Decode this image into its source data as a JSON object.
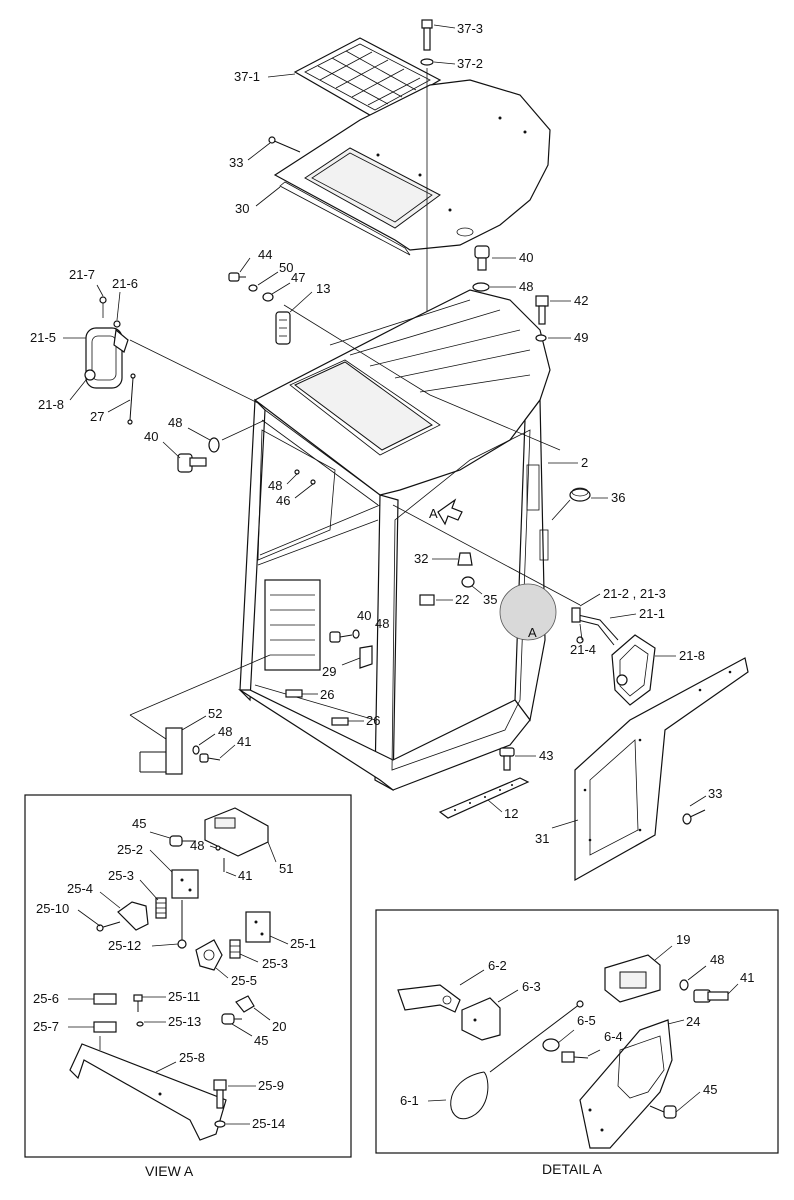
{
  "diagram": {
    "part_labels": {
      "p37_3": "37-3",
      "p37_2": "37-2",
      "p37_1": "37-1",
      "p33_top": "33",
      "p30": "30",
      "p44": "44",
      "p50": "50",
      "p47": "47",
      "p13": "13",
      "p40_right": "40",
      "p48_right": "48",
      "p42": "42",
      "p49": "49",
      "p21_7": "21-7",
      "p21_6": "21-6",
      "p21_5": "21-5",
      "p21_8_left": "21-8",
      "p27": "27",
      "p48_left": "48",
      "p40_left": "40",
      "p48_mid": "48",
      "p46": "46",
      "p2": "2",
      "p36": "36",
      "p32": "32",
      "p22": "22",
      "p35": "35",
      "p21_2_3": "21-2 , 21-3",
      "p21_1": "21-1",
      "p21_4": "21-4",
      "p21_8_right": "21-8",
      "p40_mid": "40",
      "p48_mid2": "48",
      "p29": "29",
      "p26_a": "26",
      "p26_b": "26",
      "p52": "52",
      "p48_low": "48",
      "p41_low": "41",
      "p43": "43",
      "p12": "12",
      "p33_right": "33",
      "p31": "31",
      "view_a_45": "45",
      "view_a_48": "48",
      "view_a_41": "41",
      "view_a_51": "51",
      "v25_2": "25-2",
      "v25_3": "25-3",
      "v25_4": "25-4",
      "v25_10": "25-10",
      "v25_12": "25-12",
      "v25_1": "25-1",
      "v25_3b": "25-3",
      "v25_5": "25-5",
      "v25_6": "25-6",
      "v25_11": "25-11",
      "v25_7": "25-7",
      "v25_13": "25-13",
      "v20": "20",
      "v45b": "45",
      "v25_8": "25-8",
      "v25_9": "25-9",
      "v25_14": "25-14",
      "d6_2": "6-2",
      "d6_3": "6-3",
      "d6_5": "6-5",
      "d6_4": "6-4",
      "d6_1": "6-1",
      "d19": "19",
      "d48": "48",
      "d41": "41",
      "d24": "24",
      "d45": "45"
    },
    "view_markers": {
      "arrow_a": "A",
      "circle_a": "A"
    },
    "captions": {
      "view_a": "VIEW A",
      "detail_a": "DETAIL A"
    }
  }
}
